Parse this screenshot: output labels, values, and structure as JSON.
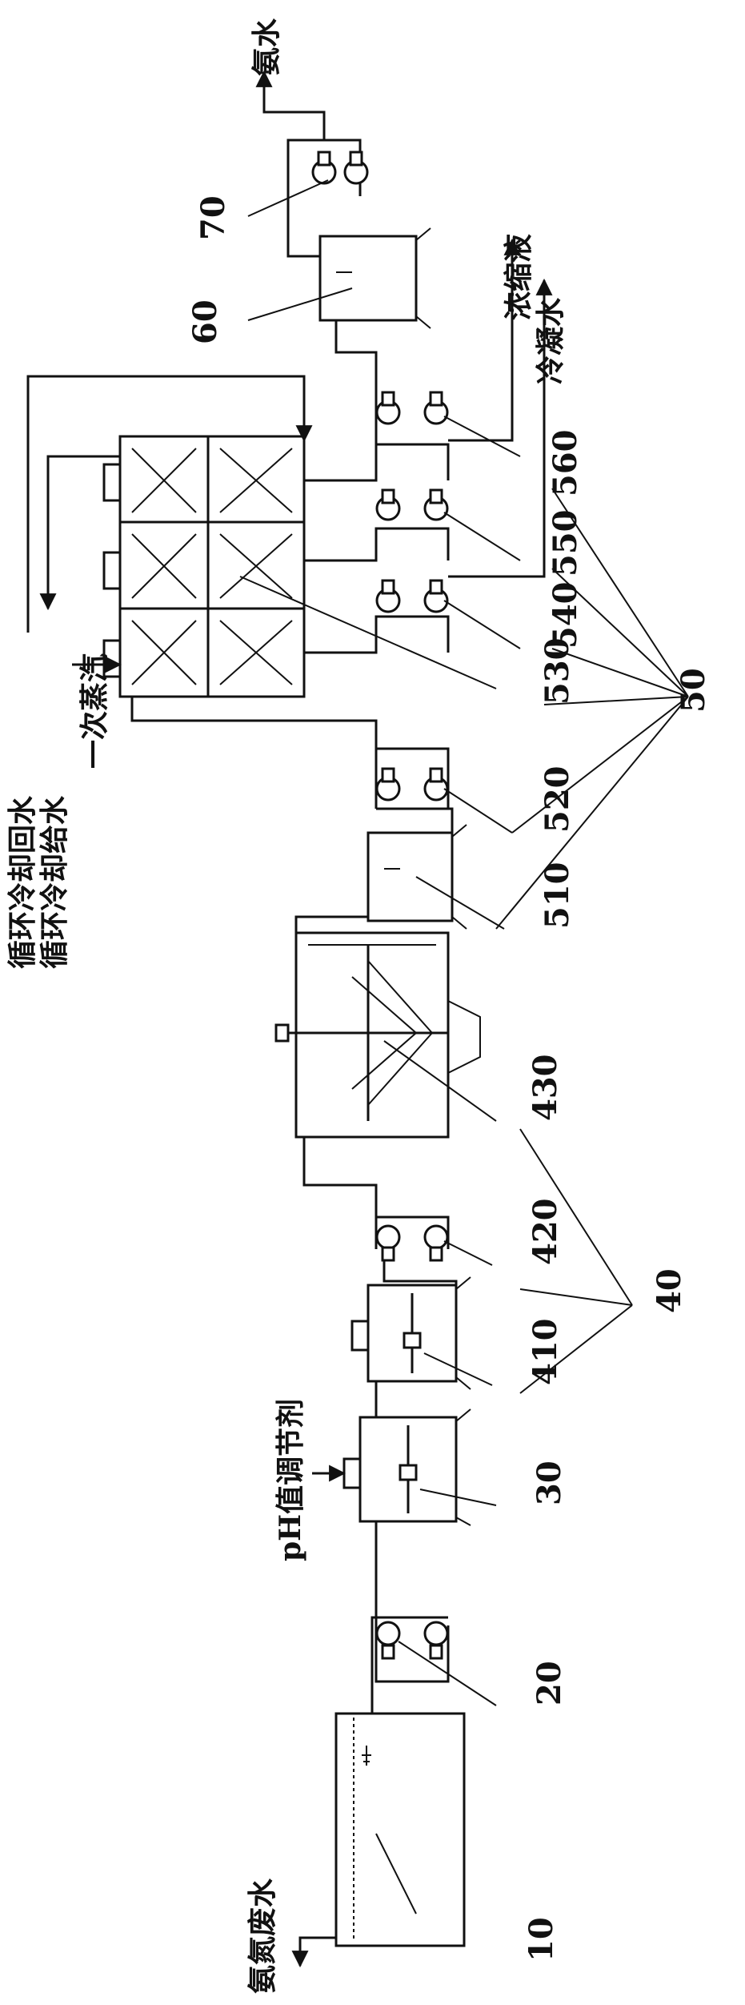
{
  "labels": {
    "num_10": "10",
    "num_20": "20",
    "num_30": "30",
    "num_40": "40",
    "num_410": "410",
    "num_420": "420",
    "num_430": "430",
    "num_50": "50",
    "num_510": "510",
    "num_520": "520",
    "num_530": "530",
    "num_540": "540",
    "num_550": "550",
    "num_560": "560",
    "num_60": "60",
    "num_70": "70"
  },
  "streams": {
    "ammonia_wastewater": "氨氮废水",
    "ph_regulator": "pH值调节剂",
    "primary_steam": "一次蒸汽",
    "cooling_supply": "循环冷却给水",
    "cooling_return": "循环冷却回水",
    "concentrate": "浓缩液",
    "condensate": "冷凝水",
    "ammonia_water": "氨水"
  }
}
